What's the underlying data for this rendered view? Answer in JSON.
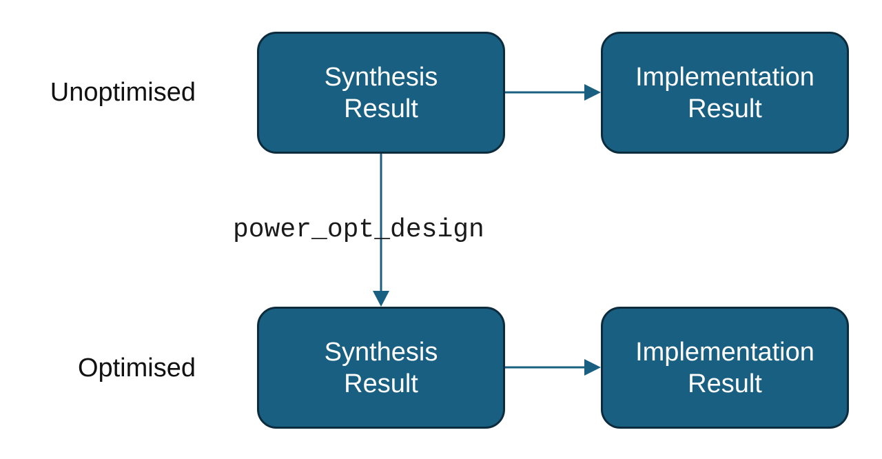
{
  "colors": {
    "node_fill": "#185f81",
    "node_border": "#0c2c3e",
    "node_text": "#ffffff",
    "arrow": "#185f81",
    "label_text": "#111111"
  },
  "rows": {
    "unoptimised": "Unoptimised",
    "optimised": "Optimised"
  },
  "nodes": {
    "synthesis_top": {
      "line1": "Synthesis",
      "line2": "Result"
    },
    "implementation_top": {
      "line1": "Implementation",
      "line2": "Result"
    },
    "synthesis_bottom": {
      "line1": "Synthesis",
      "line2": "Result"
    },
    "implementation_bottom": {
      "line1": "Implementation",
      "line2": "Result"
    }
  },
  "edges": {
    "optimise_step": "power_opt_design"
  }
}
